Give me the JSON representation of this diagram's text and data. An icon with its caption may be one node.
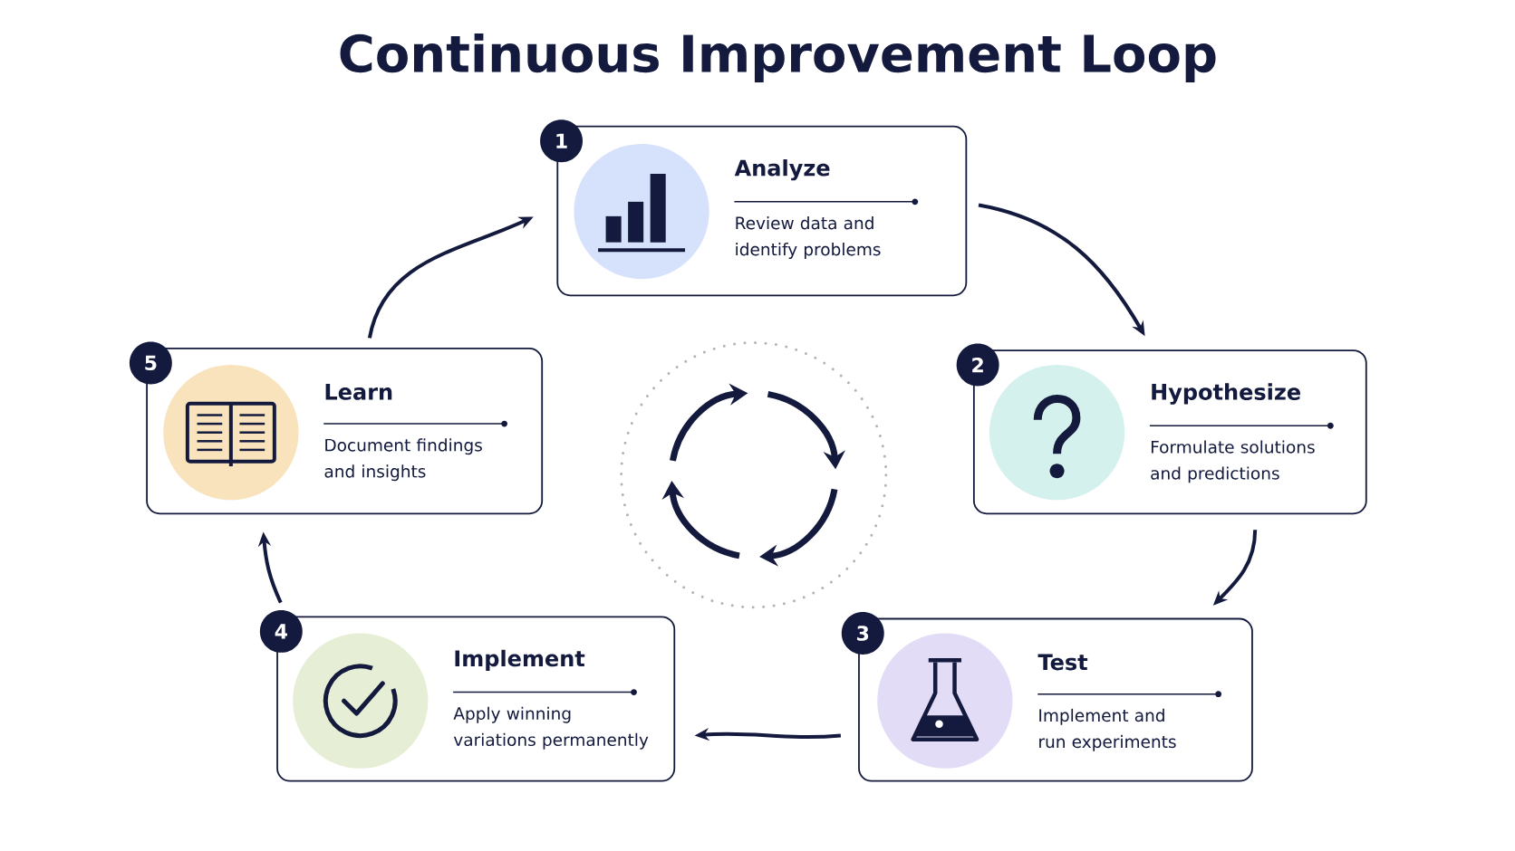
{
  "diagram": {
    "title": "Continuous Improvement Loop",
    "nodes": [
      {
        "text": [
          "1",
          "Analyze",
          "Review data and identify problems"
        ]
      },
      {
        "text": [
          "2",
          "Hypothesize",
          "Formulate solutions and predictions"
        ]
      },
      {
        "text": [
          "3",
          "Test",
          "Implement and run experiments"
        ]
      },
      {
        "text": [
          "4",
          "Implement",
          "Apply winning variations permanently"
        ]
      },
      {
        "text": [
          "5",
          "Learn",
          "Document findings and insights"
        ]
      }
    ],
    "edges": [
      {
        "from": 0,
        "to": 1,
        "arrow": "to"
      },
      {
        "from": 1,
        "to": 2,
        "arrow": "to"
      },
      {
        "from": 2,
        "to": 3,
        "arrow": "to"
      },
      {
        "from": 3,
        "to": 4,
        "arrow": "to"
      },
      {
        "from": 4,
        "to": 0,
        "arrow": "to"
      }
    ]
  }
}
